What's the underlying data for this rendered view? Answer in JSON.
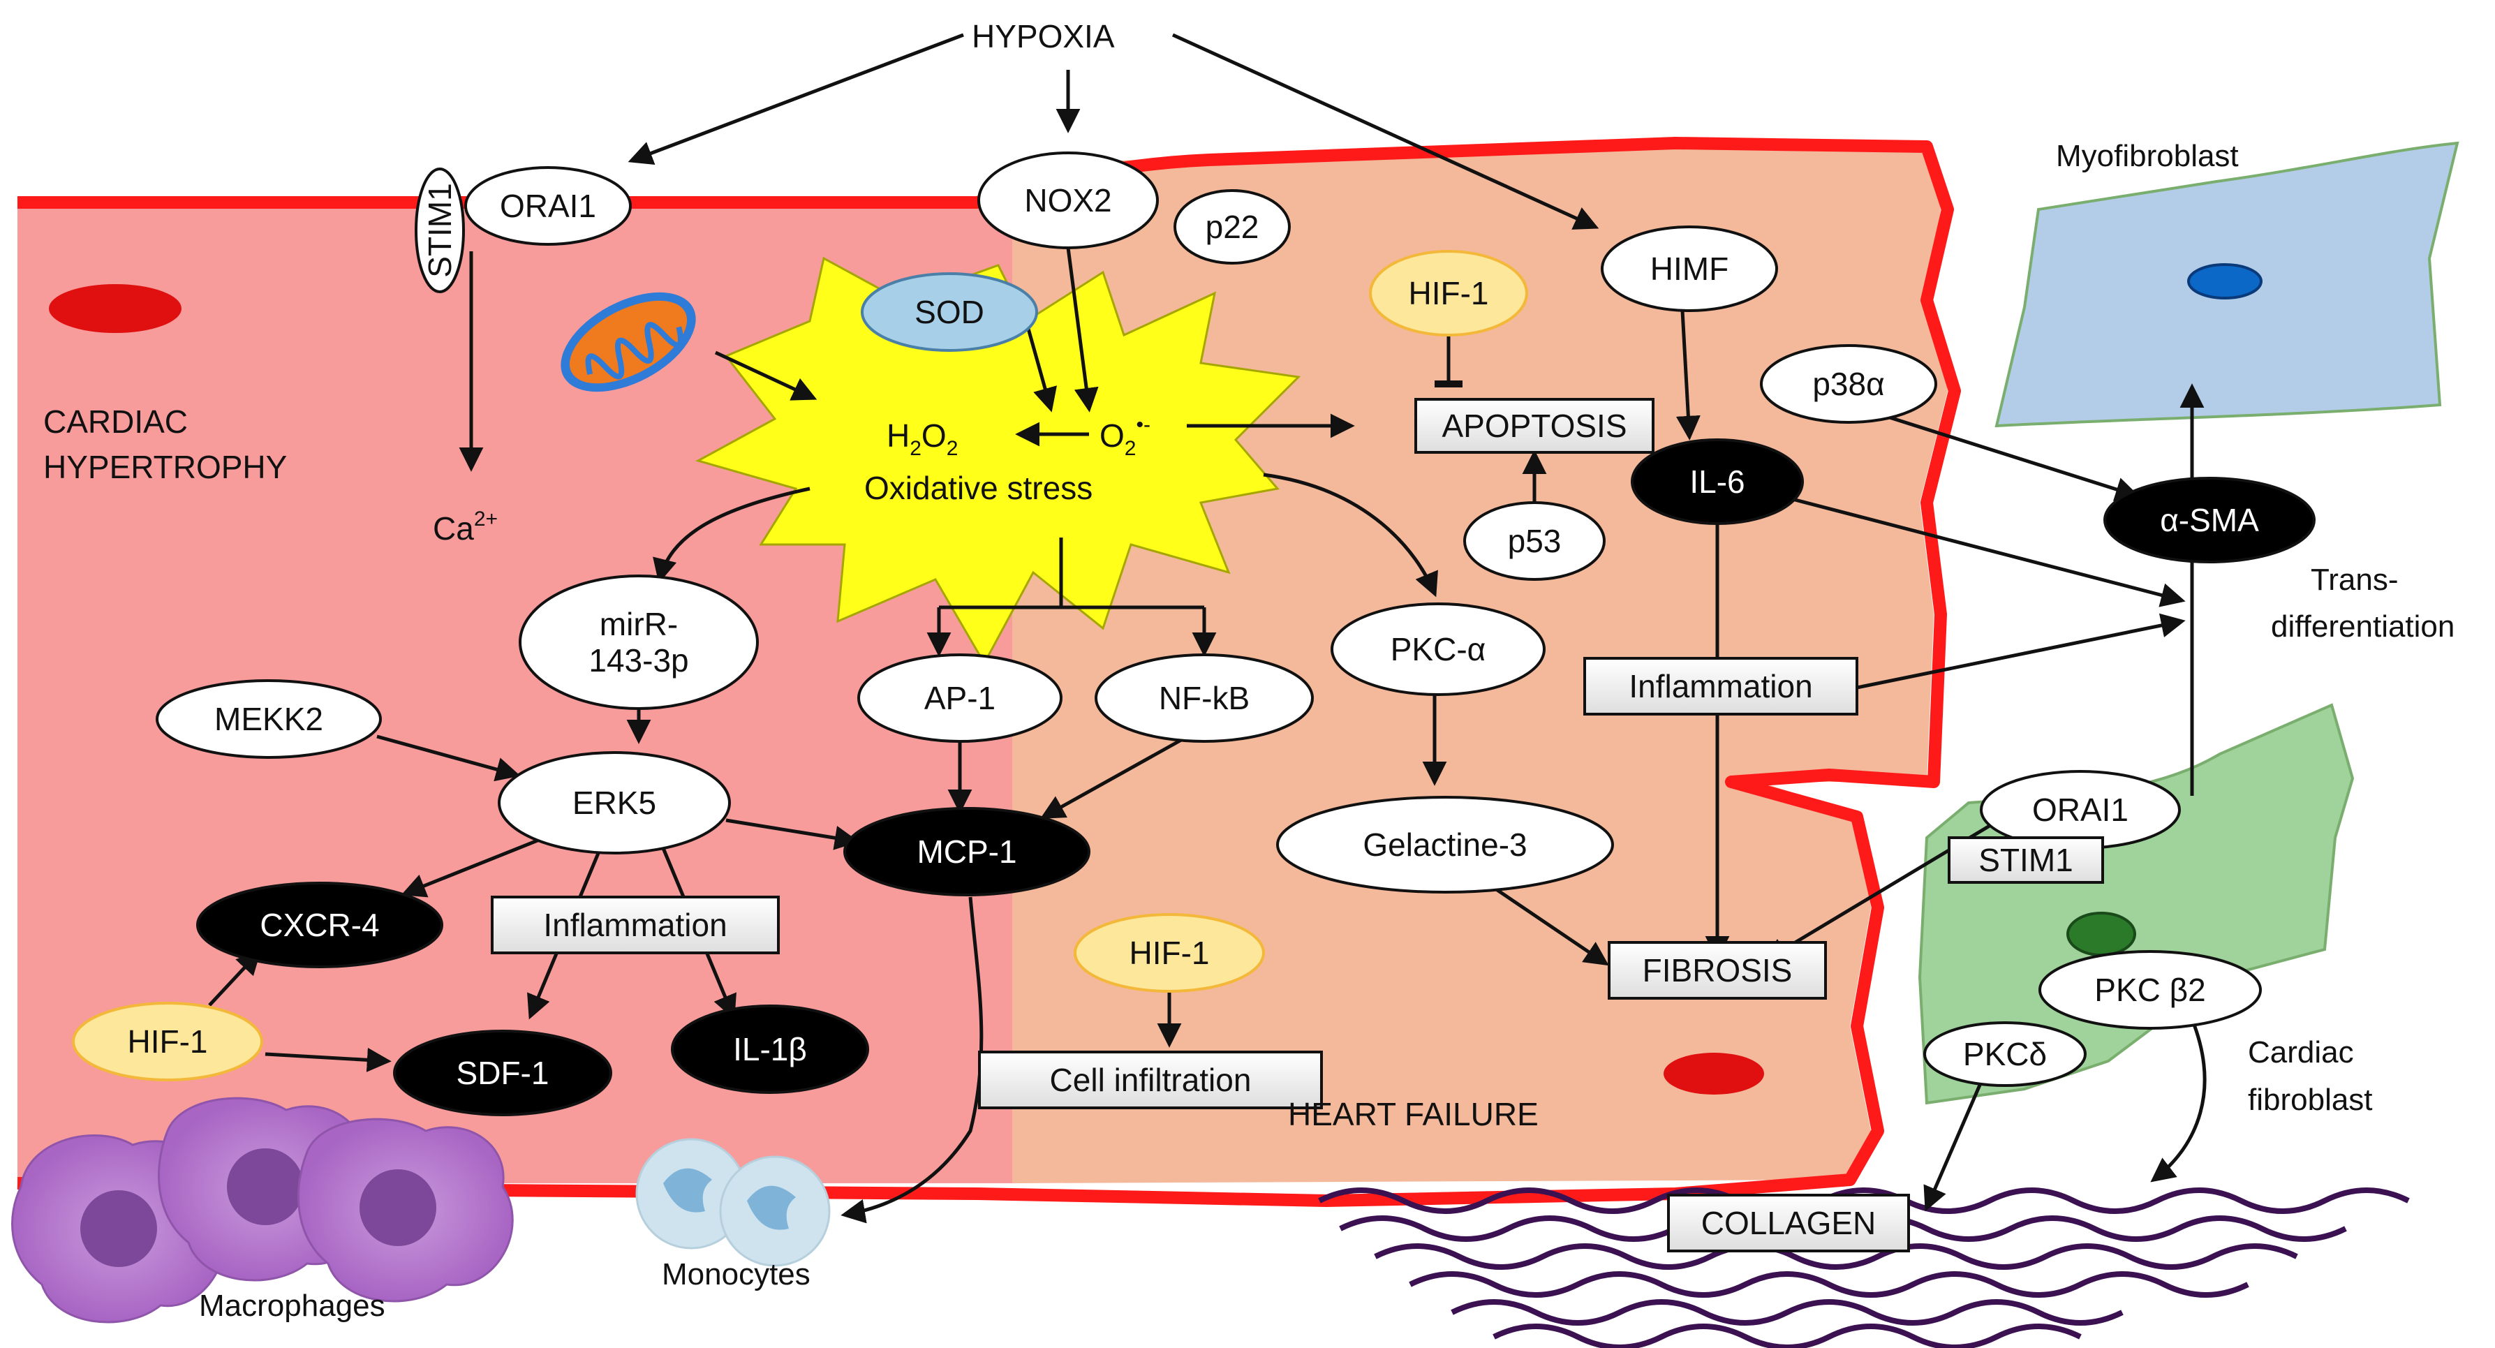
{
  "regions": {
    "cardiac_hypertrophy": [
      "CARDIAC",
      "HYPERTROPHY"
    ],
    "heart_failure": "HEART FAILURE"
  },
  "stimulus": "HYPOXIA",
  "oxidative": {
    "h2o2_main": "H",
    "h2o2_sub1": "2",
    "h2o2_mid": "O",
    "h2o2_sub2": "2",
    "o2_main": "O",
    "o2_sub": "2",
    "o2_sup": "•-",
    "stress": "Oxidative stress"
  },
  "ca_label": {
    "main": "Ca",
    "sup": "2+"
  },
  "nodes": {
    "stim1_left": "STIM1",
    "orai1_left": "ORAI1",
    "nox2": "NOX2",
    "p22": "p22",
    "sod": "SOD",
    "himf": "HIMF",
    "hif1_top": "HIF-1",
    "apoptosis": "APOPTOSIS",
    "p53": "p53",
    "p38a": "p38α",
    "il6": "IL-6",
    "asma": "α-SMA",
    "mirr": [
      "mirR-",
      "143-3p"
    ],
    "ap1": "AP-1",
    "nfkb": "NF-kB",
    "pkca": "PKC-α",
    "mekk2": "MEKK2",
    "erk5": "ERK5",
    "mcp1": "MCP-1",
    "inflammation_right": "Inflammation",
    "gelactine3": "Gelactine-3",
    "fibrosis": "FIBROSIS",
    "cxcr4": "CXCR-4",
    "inflammation_left": "Inflammation",
    "hif1_left": "HIF-1",
    "sdf1": "SDF-1",
    "il1b": "IL-1β",
    "hif1_mid": "HIF-1",
    "cell_infiltration": "Cell infiltration",
    "orai1_right": "ORAI1",
    "stim1_right": "STIM1",
    "pkcb2": "PKC β2",
    "pkcd": "PKCδ",
    "collagen": "COLLAGEN"
  },
  "cell_labels": {
    "myofibroblast": "Myofibroblast",
    "trans": [
      "Trans-",
      "differentiation"
    ],
    "cardiac_fibroblast": [
      "Cardiac",
      "fibroblast"
    ],
    "macrophages": "Macrophages",
    "monocytes": "Monocytes"
  },
  "colors": {
    "hypertrophy_bg": "#f79b9b",
    "failure_bg": "#f4b89a",
    "membrane": "#ff1a1a",
    "burst": "#ffff1a",
    "hif_fill": "#fde79a",
    "hif_stroke": "#f3b83a",
    "sod_fill": "#a7cfe8",
    "myofibroblast": "#b3cde8",
    "fibroblast": "#9fd39b",
    "collagen": "#3b1152",
    "macrophage": "#b87ad0",
    "monocyte": "#cfe3ee"
  }
}
